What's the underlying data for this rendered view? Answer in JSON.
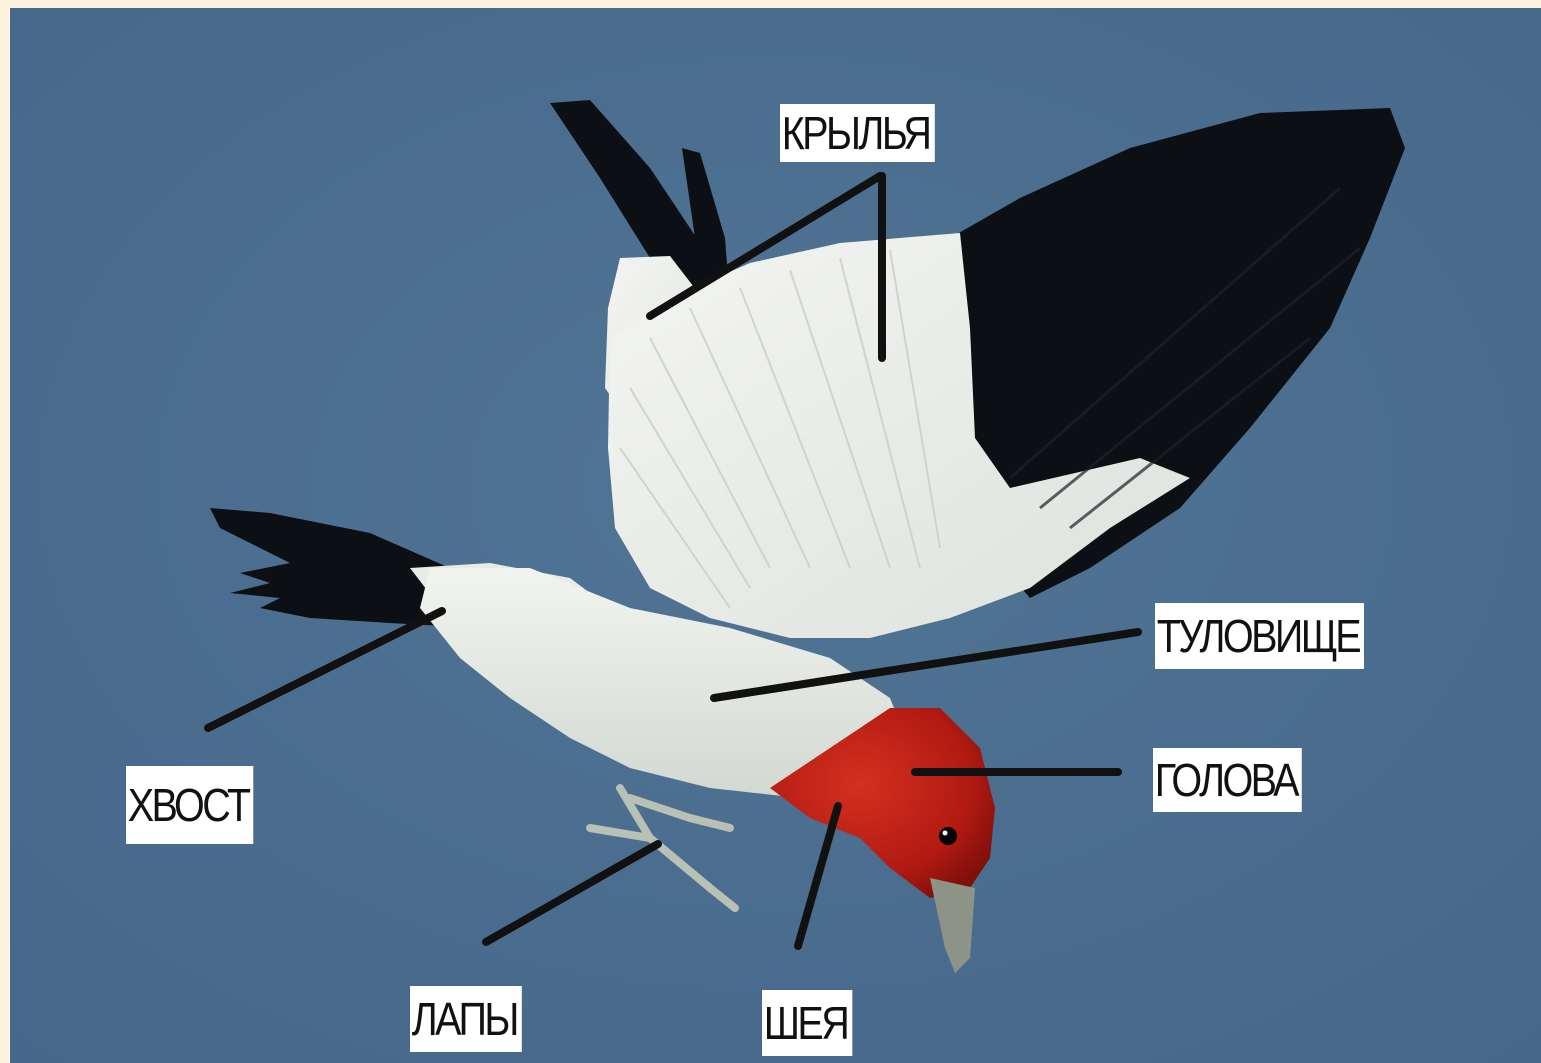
{
  "labels": {
    "wings": "КРЫЛЬЯ",
    "body": "ТУЛОВИЩЕ",
    "head": "ГОЛОВА",
    "tail": "ХВОСТ",
    "legs": "ЛАПЫ",
    "neck": "ШЕЯ"
  },
  "colors": {
    "page_border": "#fdf3df",
    "sky": "#4a6c8c",
    "leader_line": "#111111",
    "label_bg": "#ffffff",
    "head_red": "#b81c14",
    "wing_black": "#0c0f14",
    "plumage_white": "#eef0ec"
  }
}
